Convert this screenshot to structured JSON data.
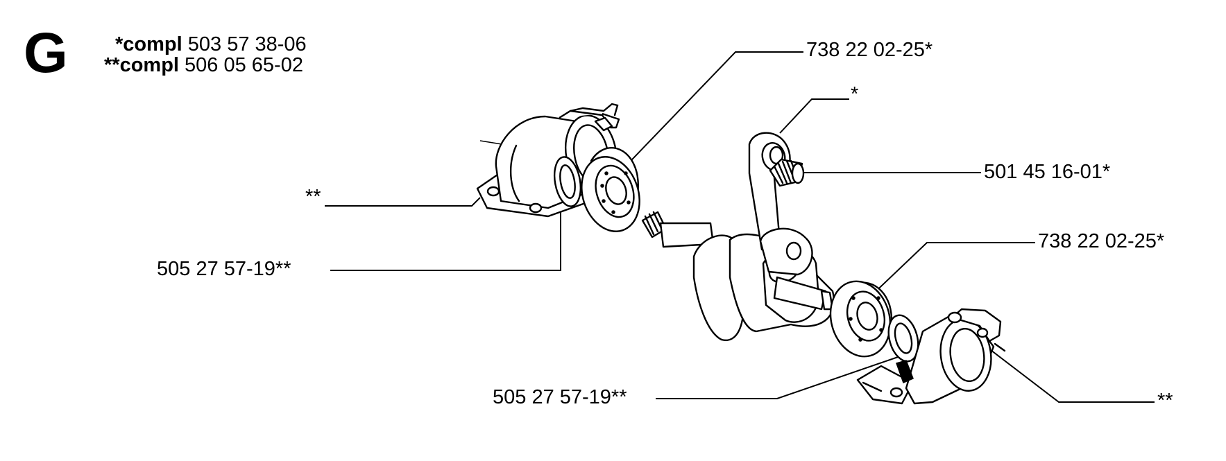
{
  "section": {
    "letter": "G"
  },
  "assemblies": [
    {
      "prefix": "*compl",
      "number": "503 57 38-06"
    },
    {
      "prefix": "**compl",
      "number": "506 05 65-02"
    }
  ],
  "callouts": {
    "bearing_top": "738 22 02-25*",
    "conrod": "*",
    "needle_bearing": "501 45 16-01*",
    "housing_left": "**",
    "seal_top": "505 27 57-19**",
    "bearing_bottom": "738 22 02-25*",
    "seal_bottom": "505 27 57-19**",
    "housing_right": "**"
  }
}
